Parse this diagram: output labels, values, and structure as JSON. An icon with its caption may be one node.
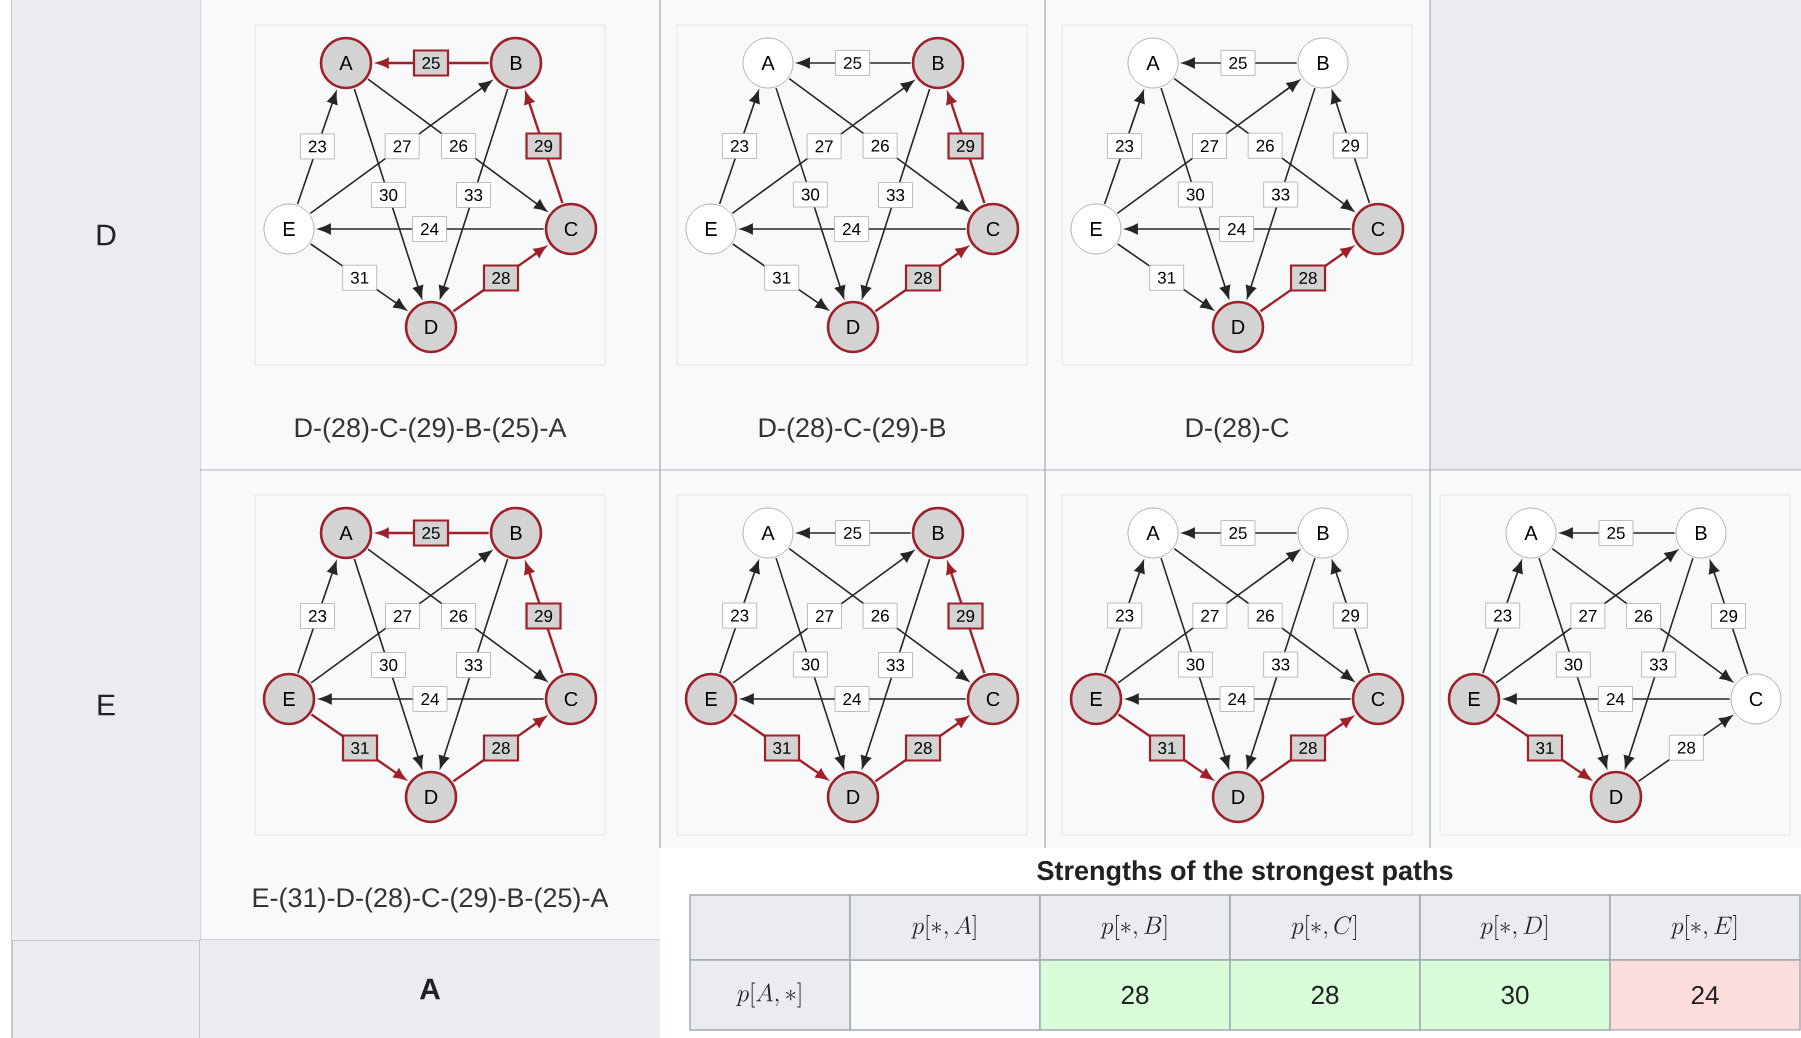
{
  "diagram": {
    "nodes": [
      {
        "text": [],
        "shape": "box",
        "beside": [
          "D-(28)-C-(29)-B-(25)-A"
        ]
      },
      {
        "text": [
          "A"
        ],
        "in": 0
      },
      {
        "text": [
          "B"
        ],
        "in": 0
      },
      {
        "text": [
          "C"
        ],
        "in": 0
      },
      {
        "text": [
          "D"
        ],
        "in": 0
      },
      {
        "text": [
          "E"
        ],
        "in": 0
      },
      {
        "text": [],
        "shape": "box",
        "beside": [
          "D-(28)-C-(29)-B"
        ]
      },
      {
        "text": [
          "A"
        ],
        "in": 6
      },
      {
        "text": [
          "B"
        ],
        "in": 6
      },
      {
        "text": [
          "C"
        ],
        "in": 6
      },
      {
        "text": [
          "D"
        ],
        "in": 6
      },
      {
        "text": [
          "E"
        ],
        "in": 6
      },
      {
        "text": [],
        "shape": "box",
        "beside": [
          "D-(28)-C"
        ]
      },
      {
        "text": [
          "A"
        ],
        "in": 12
      },
      {
        "text": [
          "B"
        ],
        "in": 12
      },
      {
        "text": [
          "C"
        ],
        "in": 12
      },
      {
        "text": [
          "D"
        ],
        "in": 12
      },
      {
        "text": [
          "E"
        ],
        "in": 12
      },
      {
        "text": [],
        "shape": "box",
        "beside": [
          "E-(31)-D-(28)-C-(29)-B-(25)-A"
        ]
      },
      {
        "text": [
          "A"
        ],
        "in": 18
      },
      {
        "text": [
          "B"
        ],
        "in": 18
      },
      {
        "text": [
          "C"
        ],
        "in": 18
      },
      {
        "text": [
          "D"
        ],
        "in": 18
      },
      {
        "text": [
          "E"
        ],
        "in": 18
      },
      {
        "text": [],
        "shape": "box"
      },
      {
        "text": [
          "A"
        ],
        "in": 24
      },
      {
        "text": [
          "B"
        ],
        "in": 24
      },
      {
        "text": [
          "C"
        ],
        "in": 24
      },
      {
        "text": [
          "D"
        ],
        "in": 24
      },
      {
        "text": [
          "E"
        ],
        "in": 24
      },
      {
        "text": [],
        "shape": "box"
      },
      {
        "text": [
          "A"
        ],
        "in": 30
      },
      {
        "text": [
          "B"
        ],
        "in": 30
      },
      {
        "text": [
          "C"
        ],
        "in": 30
      },
      {
        "text": [
          "D"
        ],
        "in": 30
      },
      {
        "text": [
          "E"
        ],
        "in": 30
      },
      {
        "text": [],
        "shape": "box"
      },
      {
        "text": [
          "A"
        ],
        "in": 36
      },
      {
        "text": [
          "B"
        ],
        "in": 36
      },
      {
        "text": [
          "C"
        ],
        "in": 36
      },
      {
        "text": [
          "D"
        ],
        "in": 36
      },
      {
        "text": [
          "E"
        ],
        "in": 36
      },
      {
        "text": [
          "Strengths of the strongest paths"
        ]
      }
    ],
    "edges": [
      {
        "from": 2,
        "to": 1,
        "arrow": "to",
        "label": "25",
        "color": "#a0202a"
      },
      {
        "from": 5,
        "to": 1,
        "arrow": "to",
        "label": "23"
      },
      {
        "from": 5,
        "to": 2,
        "arrow": "to",
        "label": "27"
      },
      {
        "from": 1,
        "to": 3,
        "arrow": "to",
        "label": "26"
      },
      {
        "from": 3,
        "to": 2,
        "arrow": "to",
        "label": "29",
        "color": "#a0202a"
      },
      {
        "from": 1,
        "to": 4,
        "arrow": "to",
        "label": "30"
      },
      {
        "from": 2,
        "to": 4,
        "arrow": "to",
        "label": "33"
      },
      {
        "from": 3,
        "to": 5,
        "arrow": "to",
        "label": "24"
      },
      {
        "from": 5,
        "to": 4,
        "arrow": "to",
        "label": "31"
      },
      {
        "from": 4,
        "to": 3,
        "arrow": "to",
        "label": "28",
        "color": "#a0202a"
      },
      {
        "from": 8,
        "to": 7,
        "arrow": "to",
        "label": "25"
      },
      {
        "from": 11,
        "to": 7,
        "arrow": "to",
        "label": "23"
      },
      {
        "from": 11,
        "to": 8,
        "arrow": "to",
        "label": "27"
      },
      {
        "from": 7,
        "to": 9,
        "arrow": "to",
        "label": "26"
      },
      {
        "from": 9,
        "to": 8,
        "arrow": "to",
        "label": "29",
        "color": "#a0202a"
      },
      {
        "from": 7,
        "to": 10,
        "arrow": "to",
        "label": "30"
      },
      {
        "from": 8,
        "to": 10,
        "arrow": "to",
        "label": "33"
      },
      {
        "from": 9,
        "to": 11,
        "arrow": "to",
        "label": "24"
      },
      {
        "from": 11,
        "to": 10,
        "arrow": "to",
        "label": "31"
      },
      {
        "from": 10,
        "to": 9,
        "arrow": "to",
        "label": "28",
        "color": "#a0202a"
      },
      {
        "from": 14,
        "to": 13,
        "arrow": "to",
        "label": "25"
      },
      {
        "from": 17,
        "to": 13,
        "arrow": "to",
        "label": "23"
      },
      {
        "from": 17,
        "to": 14,
        "arrow": "to",
        "label": "27"
      },
      {
        "from": 13,
        "to": 15,
        "arrow": "to",
        "label": "26"
      },
      {
        "from": 15,
        "to": 14,
        "arrow": "to",
        "label": "29"
      },
      {
        "from": 13,
        "to": 16,
        "arrow": "to",
        "label": "30"
      },
      {
        "from": 14,
        "to": 16,
        "arrow": "to",
        "label": "33"
      },
      {
        "from": 15,
        "to": 17,
        "arrow": "to",
        "label": "24"
      },
      {
        "from": 17,
        "to": 16,
        "arrow": "to",
        "label": "31"
      },
      {
        "from": 16,
        "to": 15,
        "arrow": "to",
        "label": "28",
        "color": "#a0202a"
      },
      {
        "from": 20,
        "to": 19,
        "arrow": "to",
        "label": "25",
        "color": "#a0202a"
      },
      {
        "from": 23,
        "to": 19,
        "arrow": "to",
        "label": "23"
      },
      {
        "from": 23,
        "to": 20,
        "arrow": "to",
        "label": "27"
      },
      {
        "from": 19,
        "to": 21,
        "arrow": "to",
        "label": "26"
      },
      {
        "from": 21,
        "to": 20,
        "arrow": "to",
        "label": "29",
        "color": "#a0202a"
      },
      {
        "from": 19,
        "to": 22,
        "arrow": "to",
        "label": "30"
      },
      {
        "from": 20,
        "to": 22,
        "arrow": "to",
        "label": "33"
      },
      {
        "from": 21,
        "to": 23,
        "arrow": "to",
        "label": "24"
      },
      {
        "from": 23,
        "to": 22,
        "arrow": "to",
        "label": "31",
        "color": "#a0202a"
      },
      {
        "from": 22,
        "to": 21,
        "arrow": "to",
        "label": "28",
        "color": "#a0202a"
      },
      {
        "from": 26,
        "to": 25,
        "arrow": "to",
        "label": "25"
      },
      {
        "from": 29,
        "to": 25,
        "arrow": "to",
        "label": "23"
      },
      {
        "from": 29,
        "to": 26,
        "arrow": "to",
        "label": "27"
      },
      {
        "from": 25,
        "to": 27,
        "arrow": "to",
        "label": "26"
      },
      {
        "from": 27,
        "to": 26,
        "arrow": "to",
        "label": "29",
        "color": "#a0202a"
      },
      {
        "from": 25,
        "to": 28,
        "arrow": "to",
        "label": "30"
      },
      {
        "from": 26,
        "to": 28,
        "arrow": "to",
        "label": "33"
      },
      {
        "from": 27,
        "to": 29,
        "arrow": "to",
        "label": "24"
      },
      {
        "from": 29,
        "to": 28,
        "arrow": "to",
        "label": "31",
        "color": "#a0202a"
      },
      {
        "from": 28,
        "to": 27,
        "arrow": "to",
        "label": "28",
        "color": "#a0202a"
      },
      {
        "from": 32,
        "to": 31,
        "arrow": "to",
        "label": "25"
      },
      {
        "from": 35,
        "to": 31,
        "arrow": "to",
        "label": "23"
      },
      {
        "from": 35,
        "to": 32,
        "arrow": "to",
        "label": "27"
      },
      {
        "from": 31,
        "to": 33,
        "arrow": "to",
        "label": "26"
      },
      {
        "from": 33,
        "to": 32,
        "arrow": "to",
        "label": "29"
      },
      {
        "from": 31,
        "to": 34,
        "arrow": "to",
        "label": "30"
      },
      {
        "from": 32,
        "to": 34,
        "arrow": "to",
        "label": "33"
      },
      {
        "from": 33,
        "to": 35,
        "arrow": "to",
        "label": "24"
      },
      {
        "from": 35,
        "to": 34,
        "arrow": "to",
        "label": "31",
        "color": "#a0202a"
      },
      {
        "from": 34,
        "to": 33,
        "arrow": "to",
        "label": "28",
        "color": "#a0202a"
      },
      {
        "from": 38,
        "to": 37,
        "arrow": "to",
        "label": "25"
      },
      {
        "from": 41,
        "to": 37,
        "arrow": "to",
        "label": "23"
      },
      {
        "from": 41,
        "to": 38,
        "arrow": "to",
        "label": "27"
      },
      {
        "from": 37,
        "to": 39,
        "arrow": "to",
        "label": "26"
      },
      {
        "from": 39,
        "to": 38,
        "arrow": "to",
        "label": "29"
      },
      {
        "from": 37,
        "to": 40,
        "arrow": "to",
        "label": "30"
      },
      {
        "from": 38,
        "to": 40,
        "arrow": "to",
        "label": "33"
      },
      {
        "from": 39,
        "to": 41,
        "arrow": "to",
        "label": "24"
      },
      {
        "from": 41,
        "to": 40,
        "arrow": "to",
        "label": "31",
        "color": "#a0202a"
      },
      {
        "from": 40,
        "to": 39,
        "arrow": "to",
        "label": "28"
      }
    ],
    "labels": [
      "D",
      "E",
      "A",
      "p[*,A]",
      "p[*,B]",
      "p[*,C]",
      "p[*,D]",
      "p[*,E]",
      "p[A,*]",
      "28",
      "28",
      "30",
      "24"
    ]
  }
}
